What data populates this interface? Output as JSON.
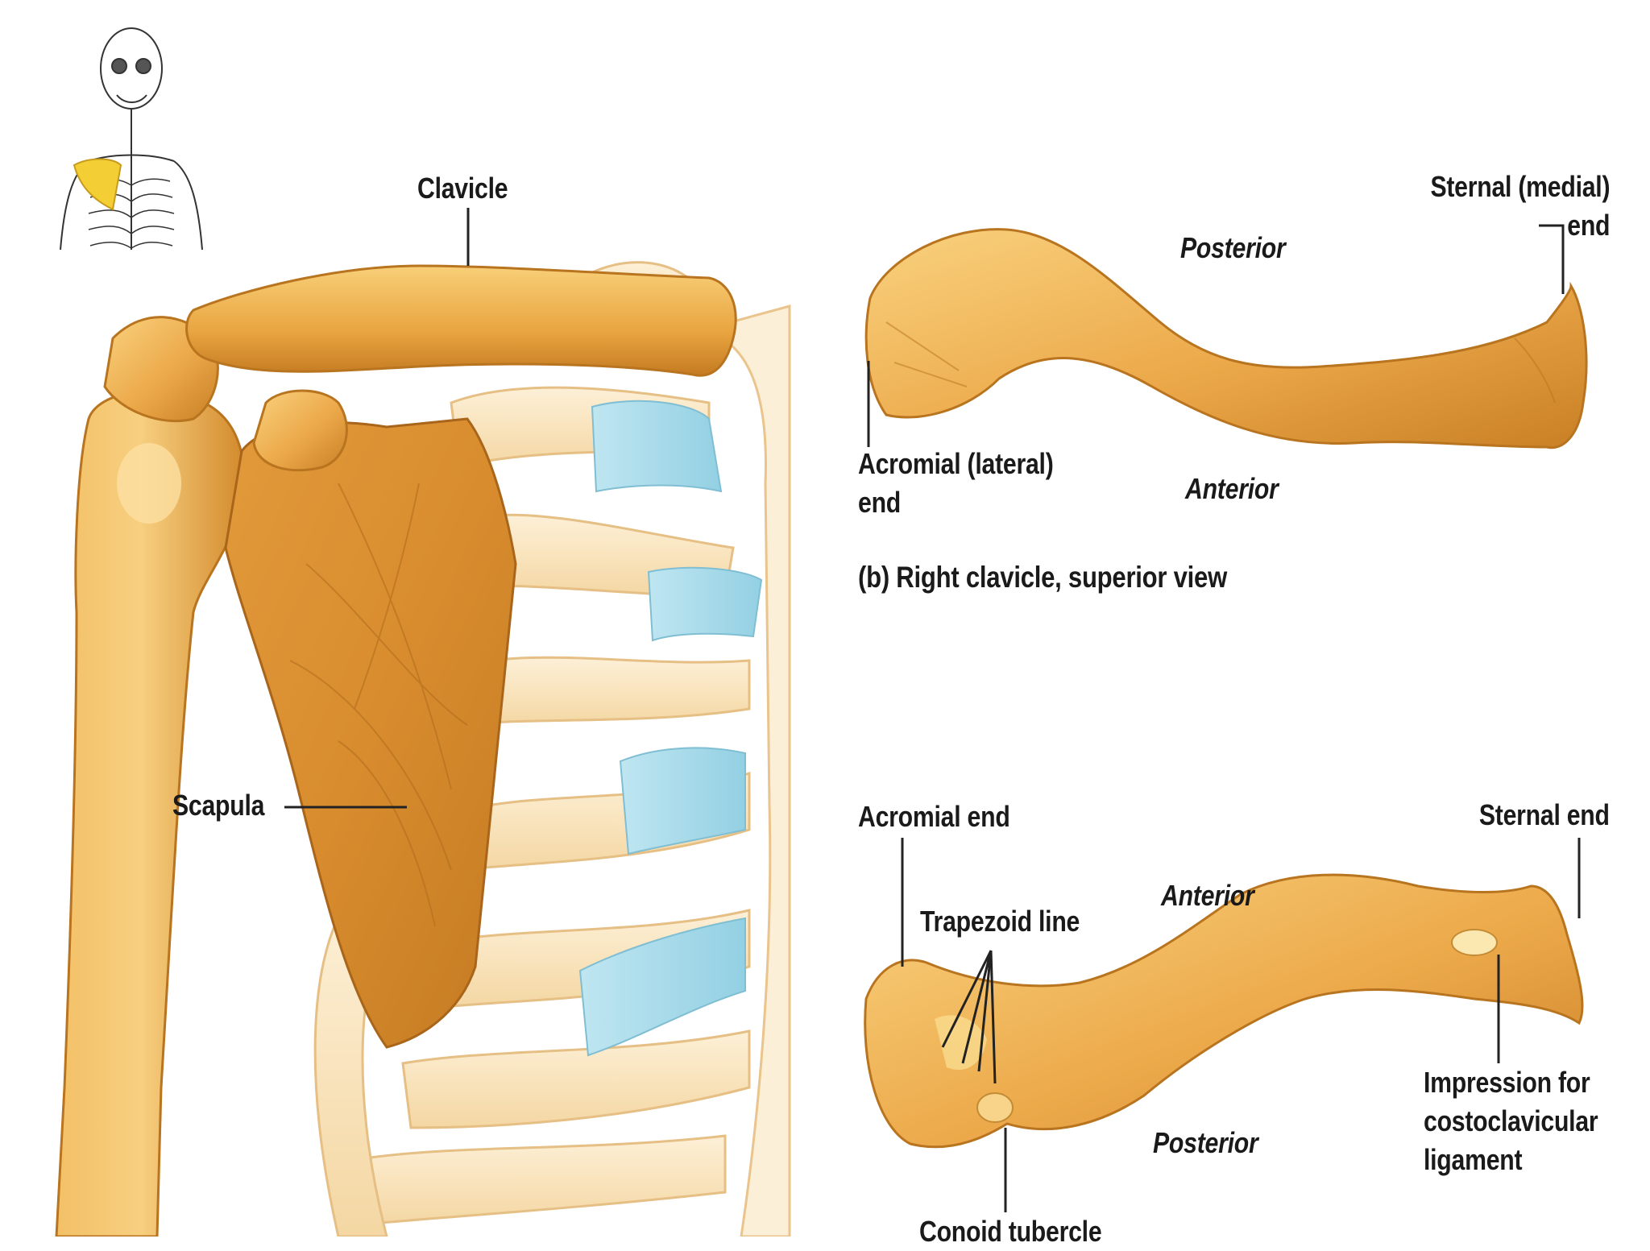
{
  "colors": {
    "bone_light": "#f6c56a",
    "bone_mid": "#e8a43d",
    "bone_dark": "#bf7720",
    "rib_pale": "#fbe7c4",
    "cartilage": "#a9dcea",
    "leader": "#222222",
    "text": "#1a1a1a",
    "thumbnail_highlight": "#f3cf35"
  },
  "labels": {
    "clavice": "Clavicle",
    "scapula": "Scapula",
    "posterior_top": "Posterior",
    "anterior_top": "Anterior",
    "sternal_medial_end": "Sternal (medial)\nend",
    "acromial_lateral_end": "Acromial (lateral)\nend",
    "caption_b": "(b) Right clavicle, superior view",
    "acromial_end": "Acromial end",
    "sternal_end": "Sternal end",
    "anterior_bottom": "Anterior",
    "trapezoid_line": "Trapezoid line",
    "posterior_bottom": "Posterior",
    "impression": "Impression for\ncostoclavicular\nligament",
    "conoid_tubercle": "Conoid tubercle"
  },
  "icons": {
    "skeleton_thumbnail": "skeleton-locator-icon"
  }
}
